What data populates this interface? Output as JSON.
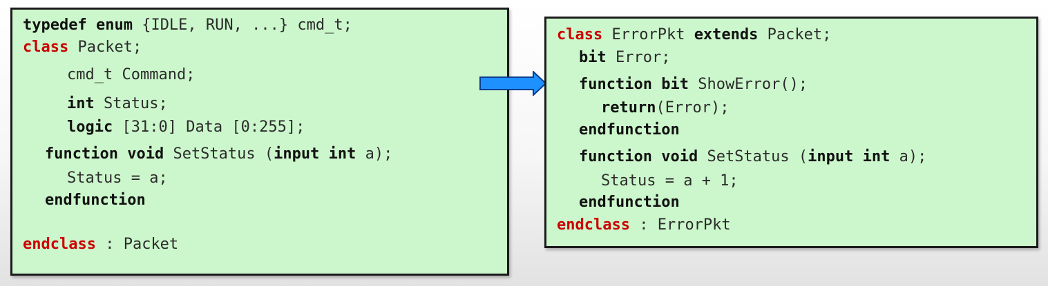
{
  "left_panel": {
    "lines": [
      [
        "typedef",
        " ",
        "enum",
        " {IDLE, RUN, ...} cmd_t;"
      ],
      [
        "class",
        " Packet;"
      ],
      [
        "cmd_t Command;"
      ],
      [
        "int",
        " Status;"
      ],
      [
        "logic",
        " [31:0] Data [0:255];"
      ],
      [
        "function",
        " ",
        "void",
        " SetStatus (",
        "input",
        " ",
        "int",
        " a);"
      ],
      [
        "Status = a;"
      ],
      [
        "endfunction"
      ],
      [
        "endclass",
        " : Packet"
      ]
    ]
  },
  "right_panel": {
    "lines": [
      [
        "class",
        " ErrorPkt ",
        "extends",
        " Packet;"
      ],
      [
        "bit",
        " Error;"
      ],
      [
        "function",
        " ",
        "bit",
        " ShowError();"
      ],
      [
        "return",
        "(Error);"
      ],
      [
        "endfunction"
      ],
      [
        "function",
        " ",
        "void",
        " SetStatus (",
        "input",
        " ",
        "int",
        " a);"
      ],
      [
        "Status = a + 1;"
      ],
      [
        "endfunction"
      ],
      [
        "endclass",
        " : ErrorPkt"
      ]
    ]
  },
  "colors": {
    "panel_bg": "#ccf7cc",
    "keyword_red": "#cc0000",
    "arrow_fill": "#1e90ff"
  }
}
